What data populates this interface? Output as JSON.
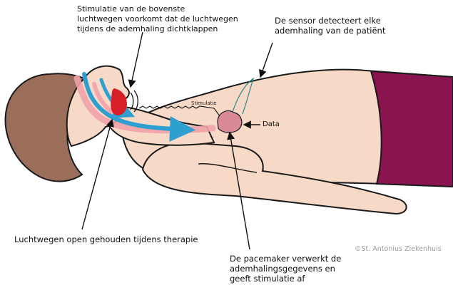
{
  "labels": {
    "stimulation_top": "Stimulatie van de bovenste\nluchtwegen voorkomt dat de luchtwegen\ntijdens de ademhaling dichtklappen",
    "sensor": "De sensor detecteert elke\nademhaling van de patiënt",
    "airways_open": "Luchtwegen open gehouden tijdens therapie",
    "pacemaker": "De pacemaker verwerkt de\nademhalingsgegevens en\ngeeft stimulatie af",
    "stimulatie_wire": "Stimulatie",
    "data": "Data"
  },
  "credit": "©St. Antonius Ziekenhuis",
  "colors": {
    "skin": "#f6d9c6",
    "skin_outline": "#1a1a1a",
    "hair": "#9b6e5b",
    "shirt": "#8a1450",
    "airway_arrow": "#2f9fd0",
    "airway_pink": "#f1a1a9",
    "stim_red": "#d61f26",
    "device": "#d98a96"
  }
}
